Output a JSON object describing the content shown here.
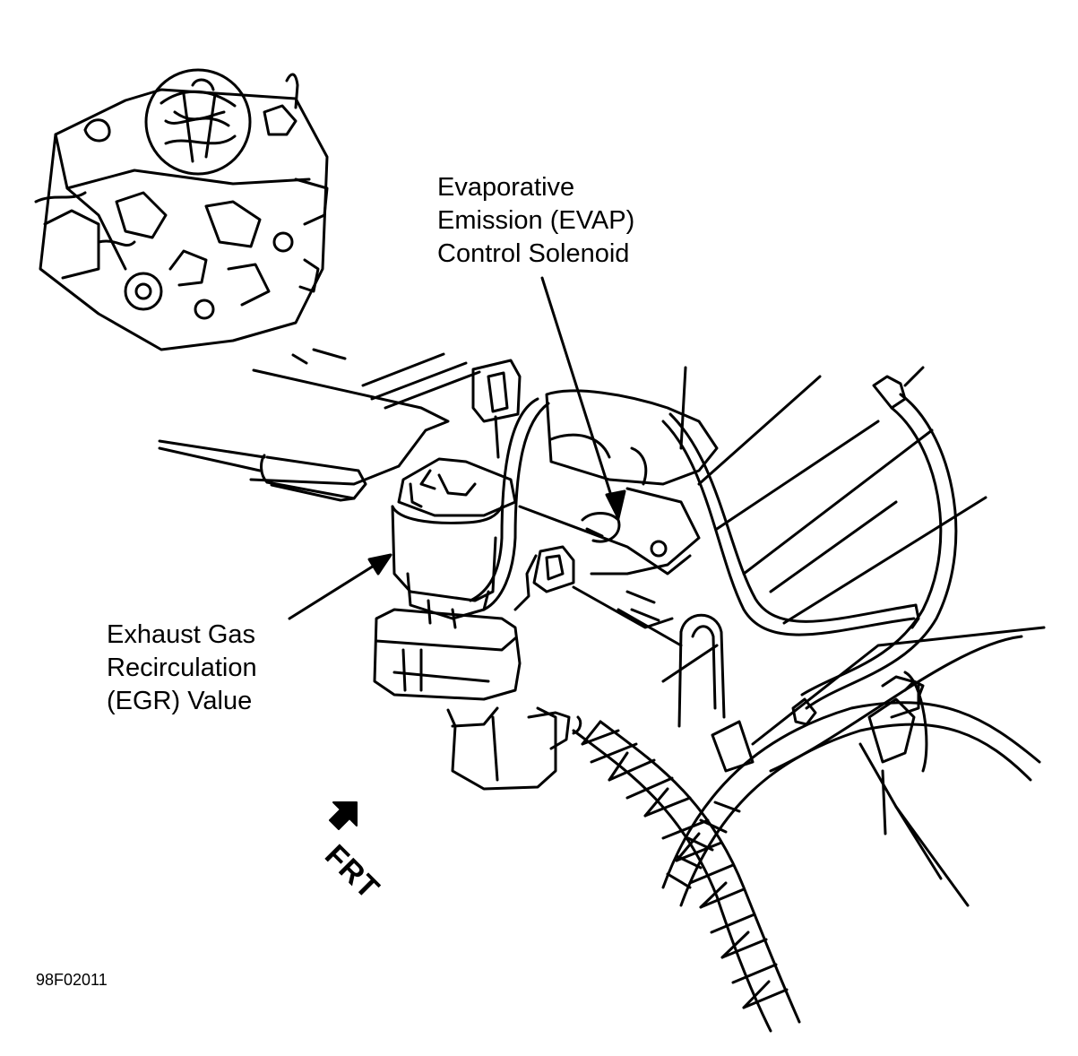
{
  "labels": {
    "evap": [
      "Evaporative",
      "Emission (EVAP)",
      "Control Solenoid"
    ],
    "egr": [
      "Exhaust Gas",
      "Recirculation",
      "(EGR) Value"
    ],
    "front": "FRT",
    "figure_id": "98F02011"
  }
}
